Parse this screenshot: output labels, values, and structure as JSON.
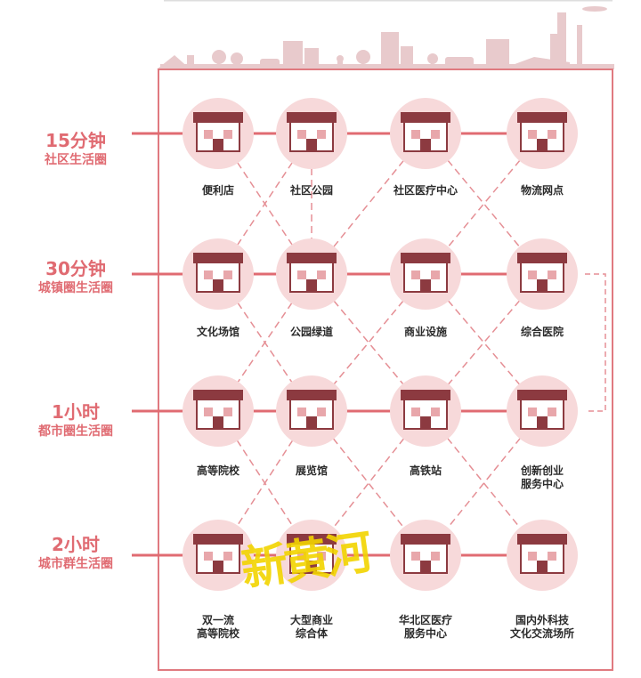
{
  "tiers": [
    {
      "time": "15分钟",
      "name": "社区生活圈"
    },
    {
      "time": "30分钟",
      "name": "城镇圈生活圈"
    },
    {
      "time": "1小时",
      "name": "都市圈生活圈"
    },
    {
      "time": "2小时",
      "name": "城市群生活圈"
    }
  ],
  "nodes": [
    {
      "id": "store",
      "lines": [
        "便利店"
      ],
      "icon": "convenience-store-icon"
    },
    {
      "id": "park",
      "lines": [
        "社区公园"
      ],
      "icon": "park-bench-icon"
    },
    {
      "id": "clinic",
      "lines": [
        "社区医疗中心"
      ],
      "icon": "clinic-icon"
    },
    {
      "id": "logistics",
      "lines": [
        "物流网点"
      ],
      "icon": "delivery-truck-icon"
    },
    {
      "id": "culture",
      "lines": [
        "文化场馆"
      ],
      "icon": "museum-building-icon"
    },
    {
      "id": "greenway",
      "lines": [
        "公园绿道"
      ],
      "icon": "tree-arch-icon"
    },
    {
      "id": "commerce",
      "lines": [
        "商业设施"
      ],
      "icon": "supermarket-icon"
    },
    {
      "id": "hospital",
      "lines": [
        "综合医院"
      ],
      "icon": "hospital-icon"
    },
    {
      "id": "college",
      "lines": [
        "高等院校"
      ],
      "icon": "college-building-icon"
    },
    {
      "id": "exhibition",
      "lines": [
        "展览馆"
      ],
      "icon": "exhibition-hall-icon"
    },
    {
      "id": "railway",
      "lines": [
        "高铁站"
      ],
      "icon": "high-speed-train-icon"
    },
    {
      "id": "innovation",
      "lines": [
        "创新创业",
        "服务中心"
      ],
      "icon": "office-tower-icon"
    },
    {
      "id": "university",
      "lines": [
        "双一流",
        "高等院校"
      ],
      "icon": "laurel-university-icon"
    },
    {
      "id": "mall",
      "lines": [
        "大型商业",
        "综合体"
      ],
      "icon": "shopping-mall-icon"
    },
    {
      "id": "medical",
      "lines": [
        "华北区医疗",
        "服务中心"
      ],
      "icon": "medical-center-icon"
    },
    {
      "id": "exchange",
      "lines": [
        "国内外科技",
        "文化交流场所"
      ],
      "icon": "city-skyline-icon"
    }
  ],
  "watermark": "新黄河",
  "colors": {
    "accent": "#e06b72",
    "frame": "#e07a80",
    "circle": "#f7d9da",
    "dark": "#8c3a40",
    "skyline": "#e5c4c6"
  }
}
